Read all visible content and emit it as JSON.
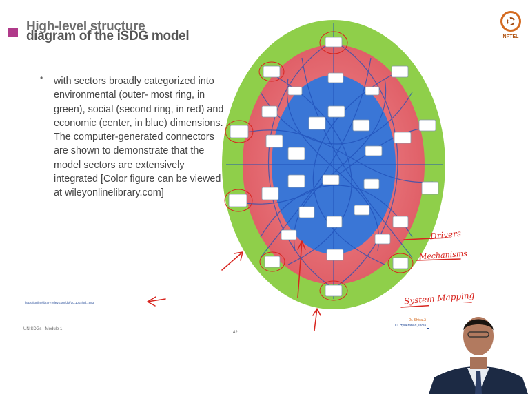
{
  "slide": {
    "title_line1": "High-level structure",
    "title_line2": "diagram of the iSDG model",
    "bullet": "with sectors broadly categorized into environmental (outer- most ring, in green), social (second ring, in red) and economic (center, in blue) dimensions. The computer-generated connectors are shown to demonstrate that the model sectors are extensively integrated [Color figure can be viewed at wileyonlinelibrary.com]",
    "reference_link": "https://onlinelibrary.wiley.com/doi/10.1002/sd.1983",
    "footer_left": "UN SDGs - Module 1",
    "page_number": "42",
    "credit_name": "Dr. Shiva Ji",
    "credit_institute": "IIT Hyderabad, India"
  },
  "logo": {
    "text": "NPTEL",
    "icon": "nptel-wheel-icon"
  },
  "annotations": {
    "note1": "Drivers",
    "note2": "Mechanisms",
    "note3": "System Mapping"
  },
  "colors": {
    "accent": "#b03a8a",
    "environmental": "#8cc63f",
    "social": "#e8737a",
    "economic": "#2f6fd1",
    "pen": "#d8251f"
  }
}
